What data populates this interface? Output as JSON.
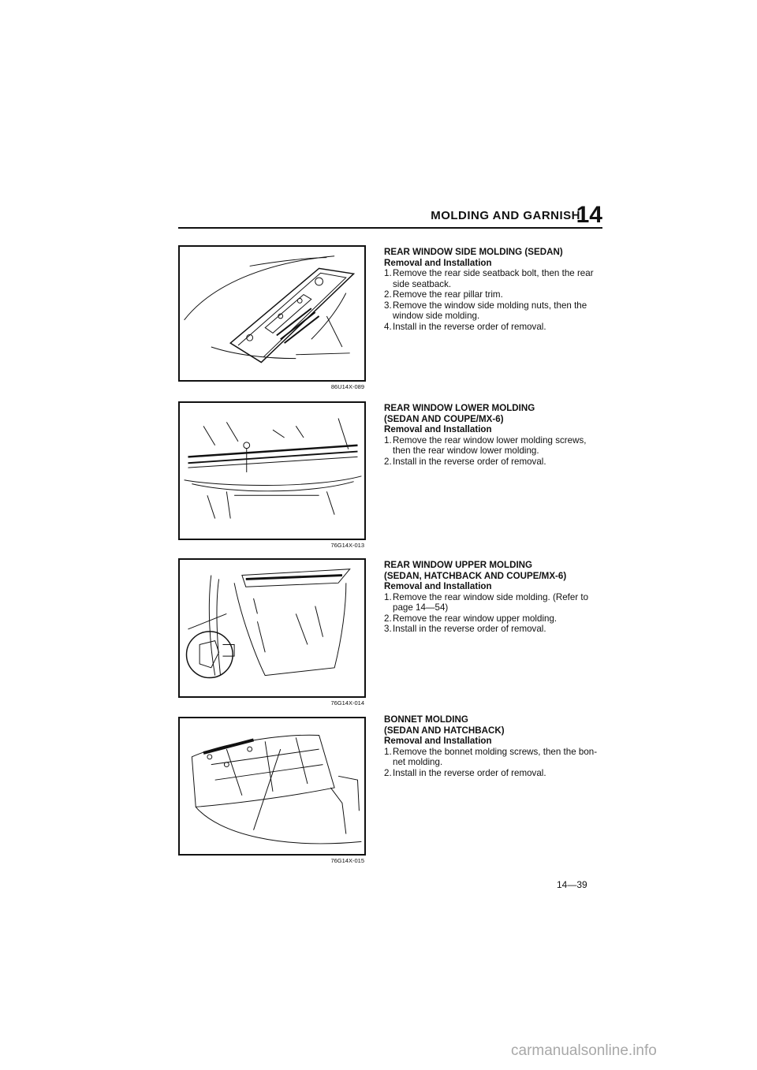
{
  "header": {
    "title": "MOLDING AND GARNISH",
    "chapter": "14"
  },
  "figures": [
    {
      "code": "86U14X-089"
    },
    {
      "code": "76G14X-013"
    },
    {
      "code": "76G14X-014"
    },
    {
      "code": "76G14X-015"
    }
  ],
  "sections": [
    {
      "title_lines": [
        "REAR WINDOW SIDE MOLDING (SEDAN)"
      ],
      "subtitle": "Removal and Installation",
      "steps": [
        {
          "num": "1.",
          "text": "Remove the rear side seatback bolt, then the rear side seatback."
        },
        {
          "num": "2.",
          "text": "Remove the rear pillar trim."
        },
        {
          "num": "3.",
          "text": "Remove the window side molding nuts, then the window side molding."
        },
        {
          "num": "4.",
          "text": "Install in the reverse order of removal."
        }
      ]
    },
    {
      "title_lines": [
        "REAR WINDOW LOWER MOLDING",
        "(SEDAN AND COUPE/MX-6)"
      ],
      "subtitle": "Removal and Installation",
      "steps": [
        {
          "num": "1.",
          "text": "Remove the rear window lower molding screws, then the rear window lower molding."
        },
        {
          "num": "2.",
          "text": "Install in the reverse order of removal."
        }
      ]
    },
    {
      "title_lines": [
        "REAR WINDOW UPPER MOLDING",
        "(SEDAN, HATCHBACK AND COUPE/MX-6)"
      ],
      "subtitle": "Removal and Installation",
      "steps": [
        {
          "num": "1.",
          "text": "Remove the rear window side molding. (Refer to page 14—54)"
        },
        {
          "num": "2.",
          "text": "Remove the rear window upper molding."
        },
        {
          "num": "3.",
          "text": "Install in the reverse order of removal."
        }
      ]
    },
    {
      "title_lines": [
        "BONNET MOLDING",
        "(SEDAN AND HATCHBACK)"
      ],
      "subtitle": "Removal and Installation",
      "steps": [
        {
          "num": "1.",
          "text": "Remove the bonnet molding screws, then the bon- net molding."
        },
        {
          "num": "2.",
          "text": "Install in the reverse order of removal."
        }
      ]
    }
  ],
  "footer": {
    "page": "14—39"
  },
  "watermark": "carmanualsonline.info"
}
